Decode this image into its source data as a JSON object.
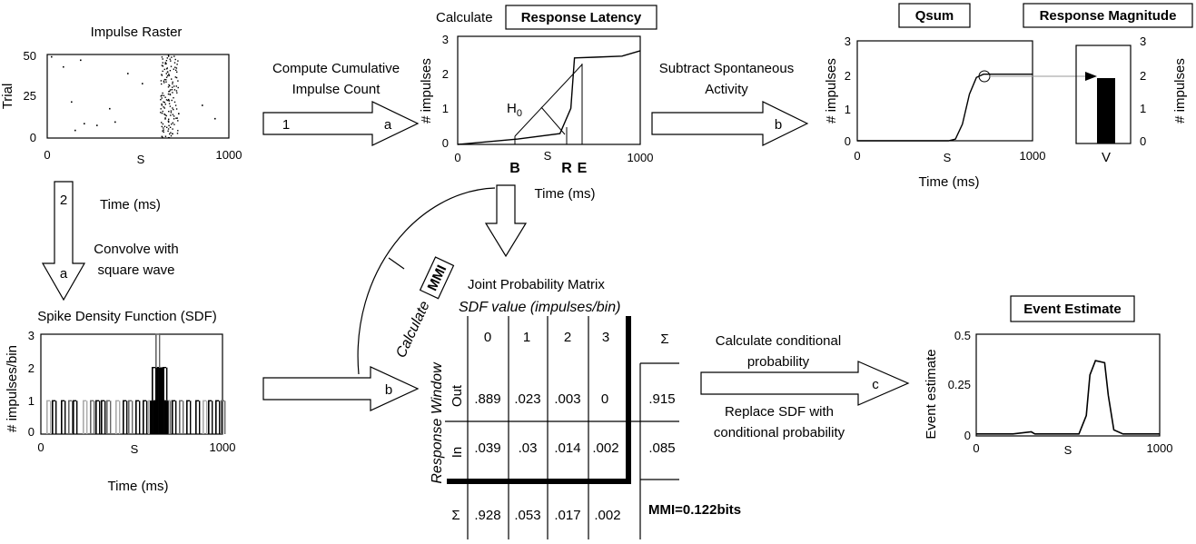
{
  "raster": {
    "title": "Impulse Raster",
    "ylabel": "Trial",
    "xlabel": "Time (ms)",
    "xticks": [
      "0",
      "S",
      "1000"
    ],
    "yticks": [
      "50",
      "25",
      "0"
    ]
  },
  "latency": {
    "title_plain": "Calculate",
    "title_boxed": "Response Latency",
    "ylabel": "# impulses",
    "xlabel": "Time (ms)",
    "xticks": [
      "0",
      "S",
      "1000"
    ],
    "yticks": [
      "3",
      "2",
      "1",
      "0"
    ],
    "markers": [
      "B",
      "R",
      "E"
    ],
    "h0_main": "H",
    "h0_sub": "0"
  },
  "qsum": {
    "title": "Qsum",
    "ylabel": "# impulses",
    "xlabel": "Time (ms)",
    "xticks": [
      "0",
      "S",
      "1000"
    ],
    "yticks": [
      "3",
      "2",
      "1",
      "0"
    ]
  },
  "magnitude": {
    "title": "Response Magnitude",
    "ylabel": "# impulses",
    "xtick": "V",
    "yticks": [
      "3",
      "2",
      "1",
      "0"
    ]
  },
  "sdf": {
    "title": "Spike Density Function (SDF)",
    "ylabel": "# impulses/bin",
    "xlabel": "Time (ms)",
    "xticks": [
      "0",
      "S",
      "1000"
    ],
    "yticks": [
      "3",
      "2",
      "1",
      "0"
    ]
  },
  "event": {
    "title": "Event Estimate",
    "ylabel": "Event estimate",
    "xticks": [
      "0",
      "S",
      "1000"
    ],
    "yticks": [
      "0.5",
      "0.25",
      "0"
    ]
  },
  "arrows": {
    "a1_text_line1": "Compute Cumulative",
    "a1_text_line2": "Impulse Count",
    "a1_num": "1",
    "a1_letter": "a",
    "a2_text_line1": "Subtract Spontaneous",
    "a2_text_line2": "Activity",
    "a2_letter": "b",
    "down_num": "2",
    "down_letter": "a",
    "down_text_line1": "Convolve with",
    "down_text_line2": "square wave",
    "sdf_letter": "b",
    "cond_line1": "Calculate conditional",
    "cond_line2": "probability",
    "cond_line3": "Replace SDF with",
    "cond_line4": "conditional probability",
    "cond_letter": "c",
    "calc_mmi_plain": "Calculate",
    "calc_mmi_boxed": "MMI"
  },
  "matrix": {
    "title": "Joint Probability Matrix",
    "subtitle": "SDF value (impulses/bin)",
    "row_axis": "Response Window",
    "col_headers": [
      "0",
      "1",
      "2",
      "3"
    ],
    "sigma": "Σ",
    "row_labels": [
      "Out",
      "In"
    ],
    "rows": [
      [
        ".889",
        ".023",
        ".003",
        "0"
      ],
      [
        ".039",
        ".03",
        ".014",
        ".002"
      ]
    ],
    "row_sums": [
      ".915",
      ".085"
    ],
    "col_sums": [
      ".928",
      ".053",
      ".017",
      ".002"
    ],
    "mmi": "MMI=0.122bits"
  },
  "chart_data": [
    {
      "type": "scatter",
      "title": "Impulse Raster",
      "xlabel": "Time (ms)",
      "ylabel": "Trial",
      "xlim": [
        0,
        1000
      ],
      "ylim": [
        0,
        50
      ],
      "points": [
        [
          20,
          49
        ],
        [
          85,
          43
        ],
        [
          180,
          47
        ],
        [
          440,
          39
        ],
        [
          340,
          18
        ],
        [
          200,
          9
        ],
        [
          270,
          8
        ],
        [
          150,
          5
        ],
        [
          850,
          20
        ],
        [
          920,
          12
        ],
        [
          720,
          15
        ],
        [
          130,
          22
        ],
        [
          370,
          10
        ],
        [
          520,
          33
        ]
      ]
    },
    {
      "type": "line",
      "title": "Response Latency",
      "xlabel": "Time (ms)",
      "ylabel": "# impulses",
      "xlim": [
        0,
        1000
      ],
      "ylim": [
        0,
        3
      ],
      "x": [
        0,
        330,
        560,
        620,
        640,
        750,
        900,
        1000
      ],
      "y": [
        0,
        0.15,
        0.3,
        1.0,
        2.4,
        2.42,
        2.45,
        2.6
      ]
    },
    {
      "type": "line",
      "title": "Qsum",
      "xlabel": "Time (ms)",
      "ylabel": "# impulses",
      "xlim": [
        0,
        1000
      ],
      "ylim": [
        0,
        3
      ],
      "x": [
        0,
        520,
        560,
        600,
        640,
        680,
        720,
        760,
        1000
      ],
      "y": [
        0,
        0,
        0.05,
        0.5,
        1.4,
        1.9,
        2.0,
        2.0,
        2.0
      ]
    },
    {
      "type": "bar",
      "title": "Response Magnitude",
      "ylabel": "# impulses",
      "categories": [
        "V"
      ],
      "values": [
        2
      ],
      "ylim": [
        0,
        3
      ]
    },
    {
      "type": "bar",
      "title": "Spike Density Function (SDF)",
      "xlabel": "Time (ms)",
      "ylabel": "# impulses/bin",
      "xlim": [
        0,
        1000
      ],
      "ylim": [
        0,
        3
      ],
      "x": [
        30,
        60,
        110,
        150,
        175,
        230,
        270,
        300,
        330,
        360,
        410,
        450,
        480,
        520,
        560,
        590,
        610,
        620,
        630,
        640,
        650,
        660,
        670,
        680,
        690,
        700,
        720,
        760,
        800,
        850,
        890,
        920,
        960,
        990
      ],
      "values": [
        1,
        1,
        1,
        1,
        1,
        1,
        1,
        1,
        1,
        1,
        1,
        1,
        1,
        1,
        1,
        1,
        2,
        1,
        3,
        2,
        2,
        1,
        2,
        1,
        1,
        1,
        1,
        1,
        1,
        1,
        1,
        1,
        1,
        1
      ]
    },
    {
      "type": "line",
      "title": "Event Estimate",
      "ylabel": "Event estimate",
      "xlim": [
        0,
        1000
      ],
      "ylim": [
        0,
        0.5
      ],
      "x": [
        0,
        200,
        300,
        320,
        400,
        560,
        600,
        620,
        650,
        700,
        720,
        750,
        800,
        950,
        1000
      ],
      "y": [
        0.01,
        0.01,
        0.02,
        0.01,
        0.01,
        0.01,
        0.1,
        0.3,
        0.37,
        0.36,
        0.2,
        0.03,
        0.01,
        0.01,
        0.01
      ]
    }
  ]
}
